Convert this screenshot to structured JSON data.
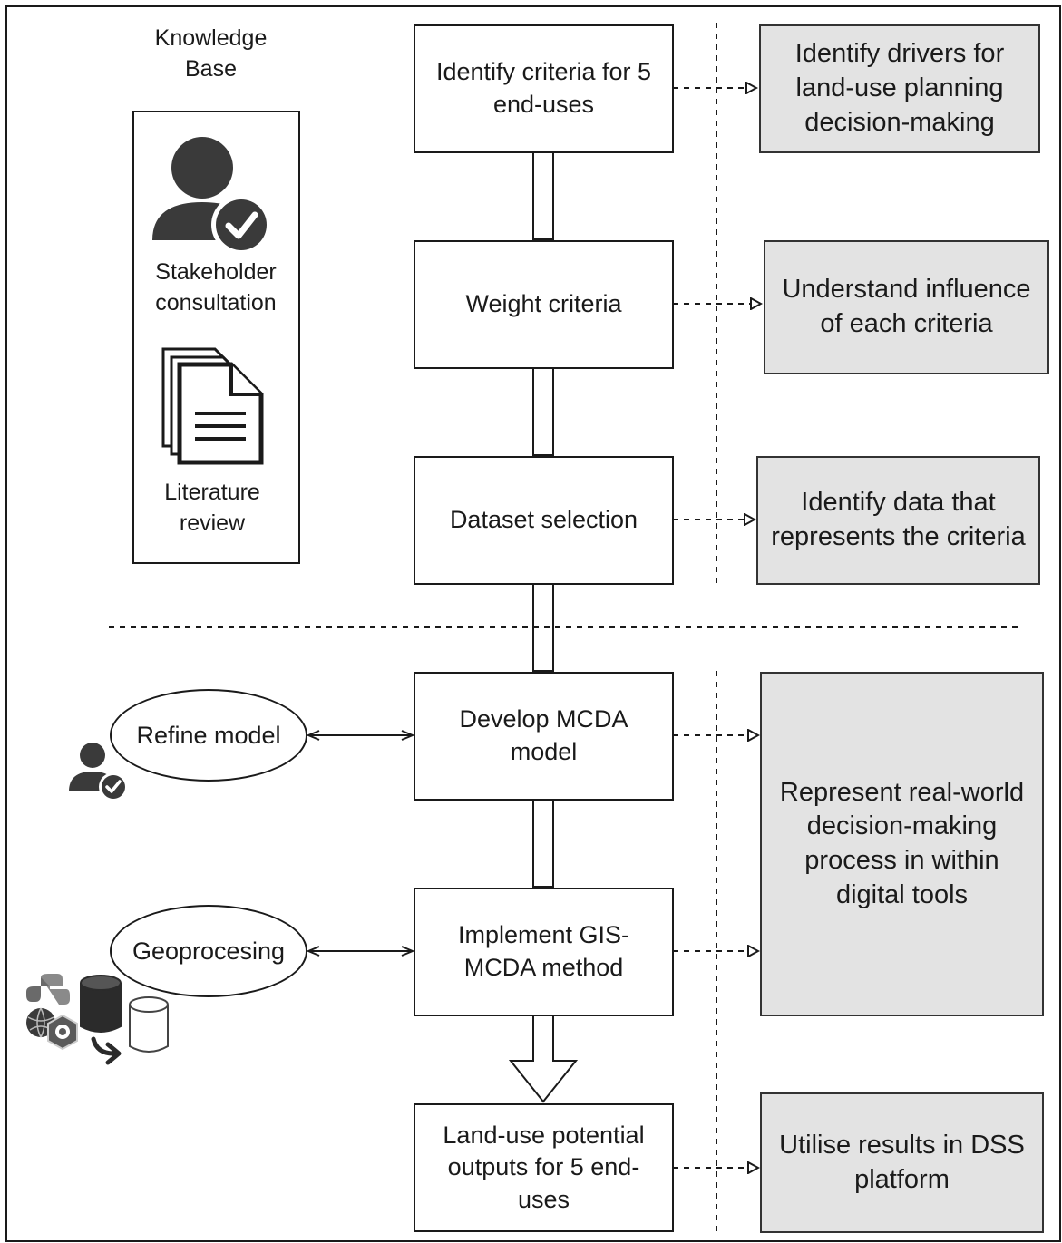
{
  "knowledge_base": {
    "title": "Knowledge\nBase",
    "stakeholder_label": "Stakeholder\nconsultation",
    "literature_label": "Literature\nreview"
  },
  "steps": [
    {
      "label": "Identify criteria for 5\nend-uses"
    },
    {
      "label": "Weight criteria"
    },
    {
      "label": "Dataset selection"
    },
    {
      "label": "Develop MCDA\nmodel"
    },
    {
      "label": "Implement GIS-\nMCDA method"
    },
    {
      "label": "Land-use potential\noutputs for 5 end-\nuses"
    }
  ],
  "outcomes": [
    {
      "label": "Identify drivers for\nland-use planning\ndecision-making"
    },
    {
      "label": "Understand influence\nof  each criteria"
    },
    {
      "label": "Identify data that\nrepresents the criteria"
    },
    {
      "label": "Represent real-world\ndecision-making\nprocess in within\ndigital tools"
    },
    {
      "label": "Utilise results in DSS\nplatform"
    }
  ],
  "side_nodes": [
    {
      "label": "Refine model"
    },
    {
      "label": "Geoprocesing"
    }
  ],
  "icons": [
    "user-check-icon",
    "documents-icon",
    "small-user-check-icon",
    "python-icon",
    "database-icon",
    "globe-icon",
    "qgis-icon",
    "arrow-icon"
  ]
}
